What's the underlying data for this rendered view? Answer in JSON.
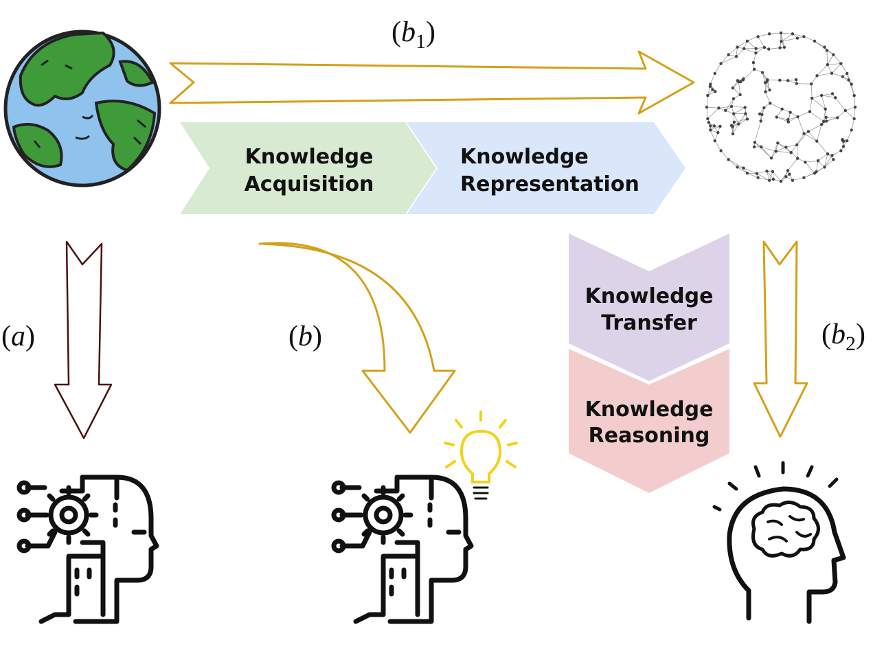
{
  "labels": {
    "a": {
      "open": "(",
      "var": "a",
      "close": ")"
    },
    "b": {
      "open": "(",
      "var": "b",
      "close": ")"
    },
    "b1": {
      "open": "(",
      "var": "b",
      "sub": "1",
      "close": ")"
    },
    "b2": {
      "open": "(",
      "var": "b",
      "sub": "2",
      "close": ")"
    }
  },
  "stages": {
    "acquisition": {
      "line1": "Knowledge",
      "line2": "Acquisition"
    },
    "representation": {
      "line1": "Knowledge",
      "line2": "Representation"
    },
    "transfer": {
      "line1": "Knowledge",
      "line2": "Transfer"
    },
    "reasoning": {
      "line1": "Knowledge",
      "line2": "Reasoning"
    }
  },
  "colors": {
    "acquisition": "#d9ead3",
    "representation": "#dae6fa",
    "transfer": "#ddd3e9",
    "reasoning": "#f3cdcd",
    "gold_arrow": "#d4a017",
    "dark_arrow": "#4a1010",
    "globe_land": "#3f9a3a",
    "globe_water": "#8fc3ee",
    "bulb": "#f2d21b"
  },
  "icons": {
    "globe": "earth-globe-icon",
    "network": "network-sphere-icon",
    "ai_robot_left": "ai-robot-head-icon",
    "ai_robot_mid": "ai-robot-head-icon",
    "lightbulb": "lightbulb-icon",
    "human_brain": "human-head-brain-icon"
  }
}
